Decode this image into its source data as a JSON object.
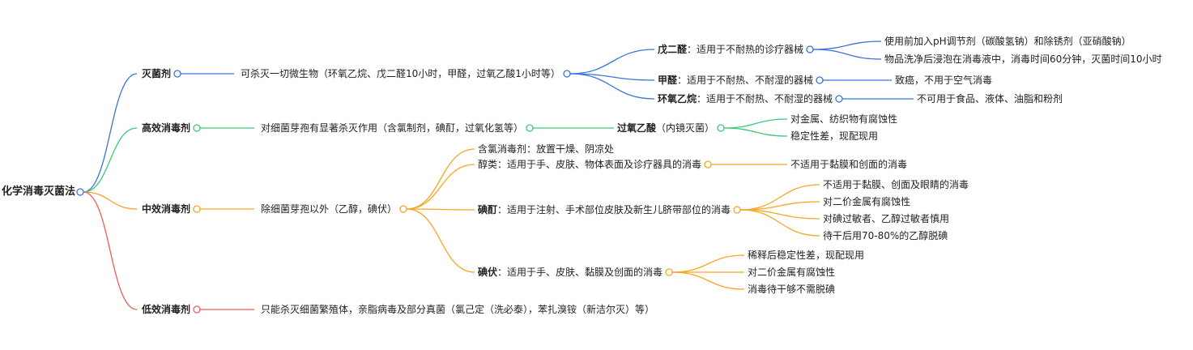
{
  "colors": {
    "blue": "#3875d7",
    "green": "#3cc87a",
    "orange": "#f5a623",
    "red": "#ee5b5b"
  },
  "root": {
    "label": "化学消毒灭菌法"
  },
  "branches": [
    {
      "label": "灭菌剂",
      "desc": "可杀灭一切微生物（环氧乙烷、戊二醛10小时，甲醛，过氧乙酸1小时等）",
      "children": [
        {
          "bold": "戊二醛",
          "text": "：适用于不耐热的诊疗器械",
          "children": [
            "使用前加入pH调节剂（碳酸氢钠）和除锈剂（亚硝酸钠）",
            "物品洗净后浸泡在消毒液中，消毒时间60分钟，灭菌时间10小时"
          ]
        },
        {
          "bold": "甲醛",
          "text": "：适用于不耐热、不耐湿的器械",
          "children": [
            "致癌，不用于空气消毒"
          ]
        },
        {
          "bold": "环氧乙烷",
          "text": "：适用于不耐热、不耐湿的器械",
          "children": [
            "不可用于食品、液体、油脂和粉剂"
          ]
        }
      ]
    },
    {
      "label": "高效消毒剂",
      "desc": "对细菌芽孢有显著杀灭作用（含氯制剂，碘酊，过氧化氢等）",
      "children": [
        {
          "bold": "过氧乙酸",
          "text": "（内镜灭菌）",
          "children": [
            "对金属、纺织物有腐蚀性",
            "稳定性差，现配现用"
          ]
        }
      ]
    },
    {
      "label": "中效消毒剂",
      "desc": "除细菌芽孢以外（乙醇，碘伏）",
      "children": [
        {
          "bold": "",
          "text": "含氯消毒剂：放置干燥、阴凉处",
          "children": []
        },
        {
          "bold": "",
          "text": "醇类：适用于手、皮肤、物体表面及诊疗器具的消毒",
          "children": [
            "不适用于黏膜和创面的消毒"
          ]
        },
        {
          "bold": "碘酊",
          "text": "：适用于注射、手术部位皮肤及新生儿脐带部位的消毒",
          "children": [
            "不适用于黏膜、创面及眼睛的消毒",
            "对二价金属有腐蚀性",
            "对碘过敏者、乙醇过敏者慎用",
            "待干后用70-80%的乙醇脱碘"
          ]
        },
        {
          "bold": "碘伏",
          "text": "：适用于手、皮肤、黏膜及创面的消毒",
          "children": [
            "稀释后稳定性差，现配现用",
            "对二价金属有腐蚀性",
            "消毒待干够不需脱碘"
          ]
        }
      ]
    },
    {
      "label": "低效消毒剂",
      "desc": "只能杀灭细菌繁殖体，亲脂病毒及部分真菌（氯己定（洗必泰），苯扎溴铵（新洁尔灭）等）",
      "children": []
    }
  ]
}
